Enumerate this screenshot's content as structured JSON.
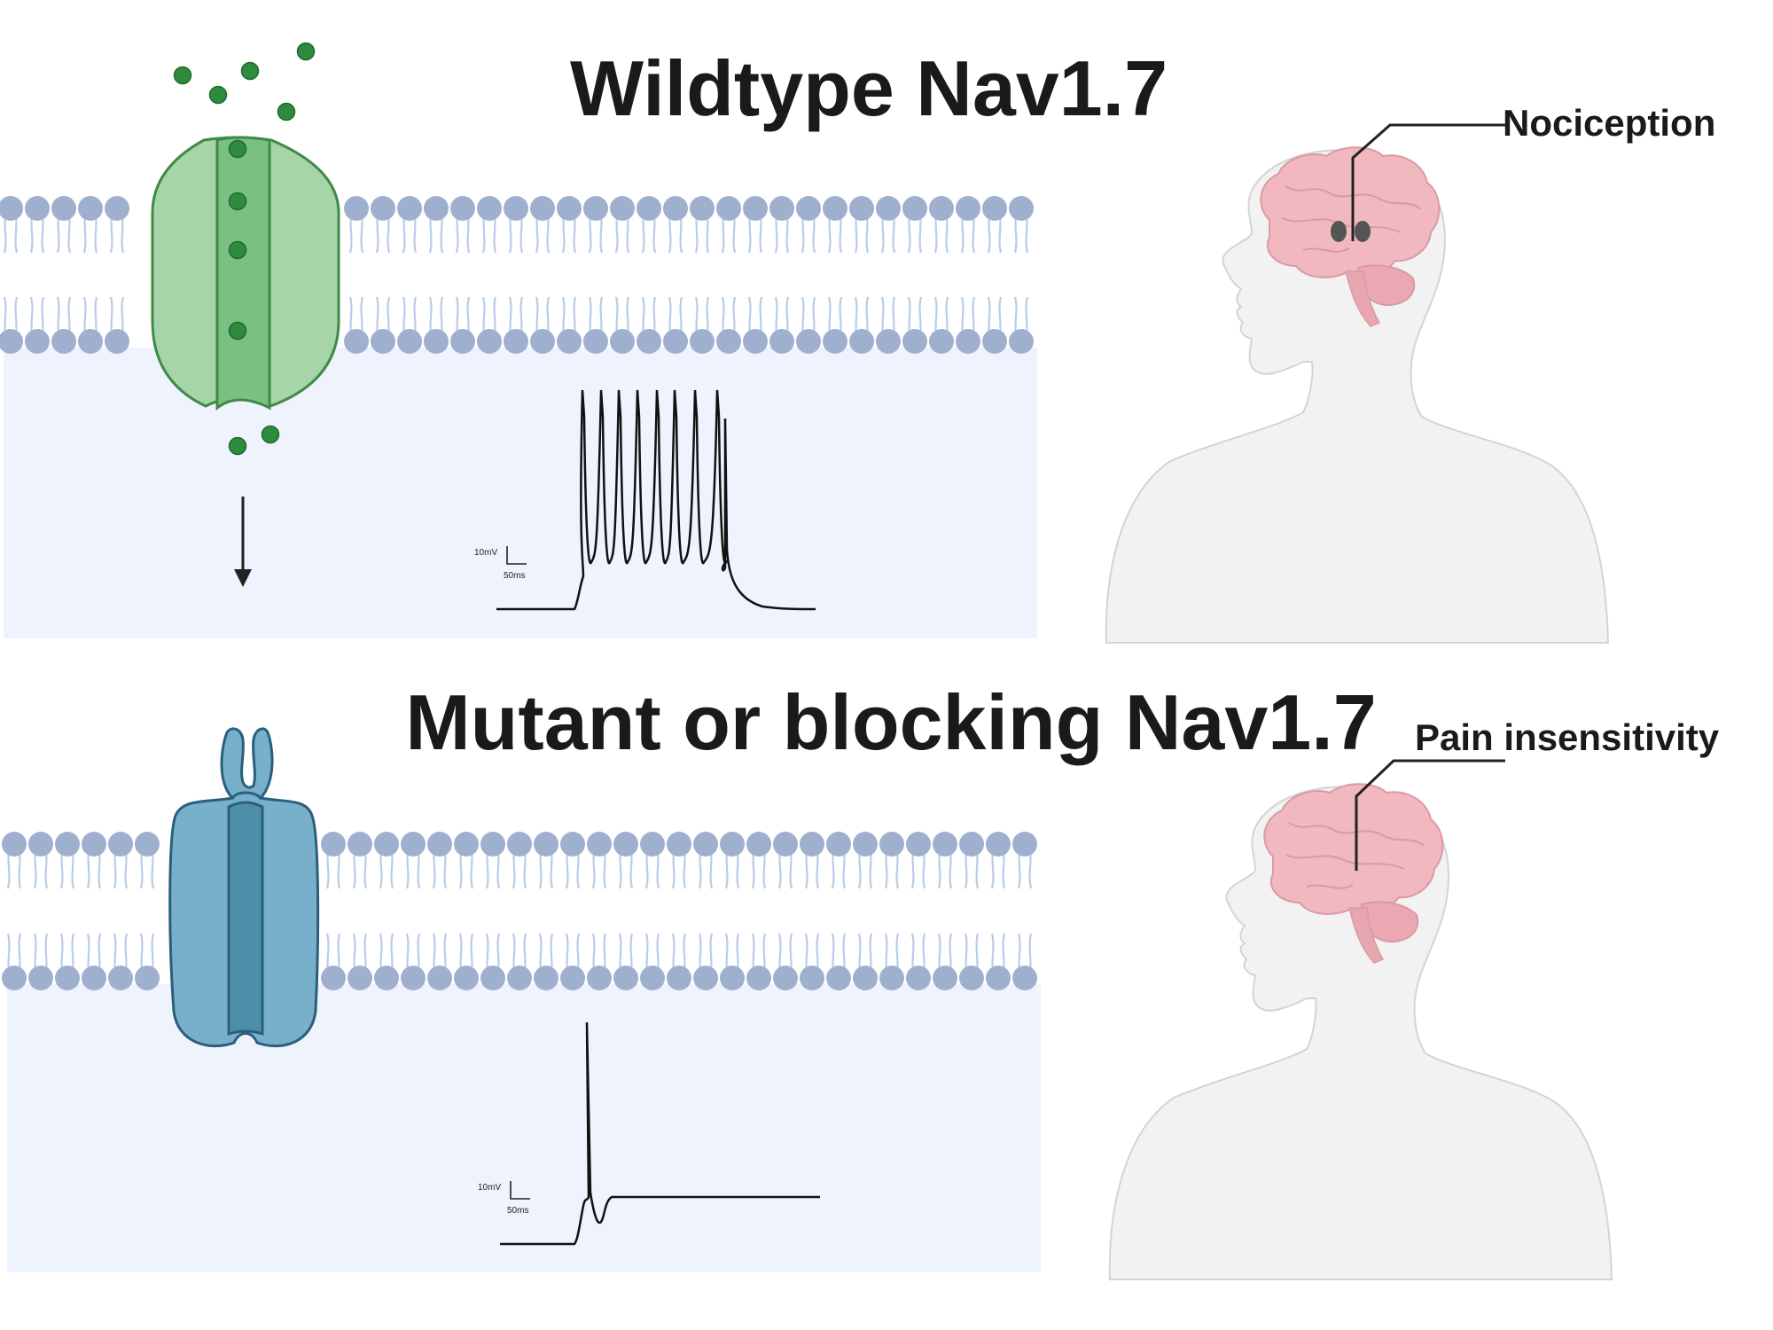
{
  "panels": [
    {
      "heading": "Wildtype Nav1.7",
      "brain_label": "Nociception",
      "channel_state": "open",
      "scale_bar": {
        "voltage": "10mV",
        "time": "50ms"
      }
    },
    {
      "heading": "Mutant or blocking Nav1.7",
      "brain_label": "Pain insensitivity",
      "channel_state": "closed",
      "scale_bar": {
        "voltage": "10mV",
        "time": "50ms"
      }
    }
  ],
  "icons": {
    "channel_open": "sodium-channel-open-icon",
    "channel_closed": "sodium-channel-closed-icon",
    "ion": "sodium-ion-icon",
    "head": "human-head-silhouette-icon",
    "brain": "brain-icon"
  },
  "colors": {
    "membrane_head": "#9fb0cf",
    "membrane_tail": "#b9cde8",
    "cytoplasm": "#eef3fd",
    "channel_open_fill": "#a6d5a9",
    "channel_open_core": "#7bbf83",
    "channel_open_stroke": "#3f8a47",
    "ion": "#2e8b3e",
    "channel_closed_fill": "#78b0cc",
    "channel_closed_core": "#4d8fa8",
    "channel_closed_stroke": "#2a5f7a",
    "brain": "#f1b8bf",
    "brain_stroke": "#d99aa3",
    "body": "#f2f2f2",
    "body_stroke": "#d4d4d4",
    "text": "#1a1a1a"
  }
}
